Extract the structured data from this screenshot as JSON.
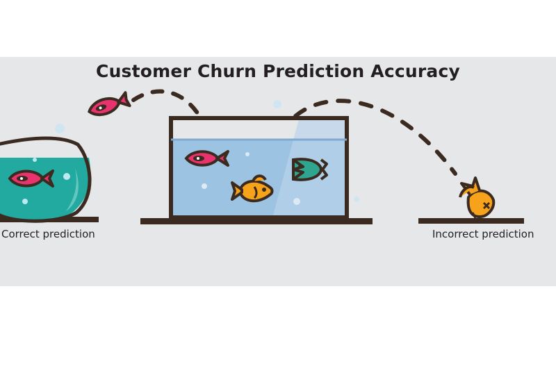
{
  "diagram": {
    "title": "Customer Churn Prediction Accuracy",
    "labels": {
      "correct": "Correct prediction",
      "incorrect": "Incorrect prediction"
    },
    "icons": {
      "flying_fish": "jumping-fish-icon",
      "bowl_fish": "fish-in-bowl-icon",
      "tank_fish": [
        "pink-fish-icon",
        "orange-fish-icon",
        "green-fish-icon"
      ],
      "landed_fish": "stranded-fish-icon"
    },
    "colors": {
      "background": "#e6e7e9",
      "outline": "#3b2a20",
      "bowl_water": "#22a9a0",
      "tank_water": "#8fb9dd",
      "pink_fish": "#e8336e",
      "orange_fish": "#f7a21b",
      "green_fish": "#2fa58f"
    }
  }
}
